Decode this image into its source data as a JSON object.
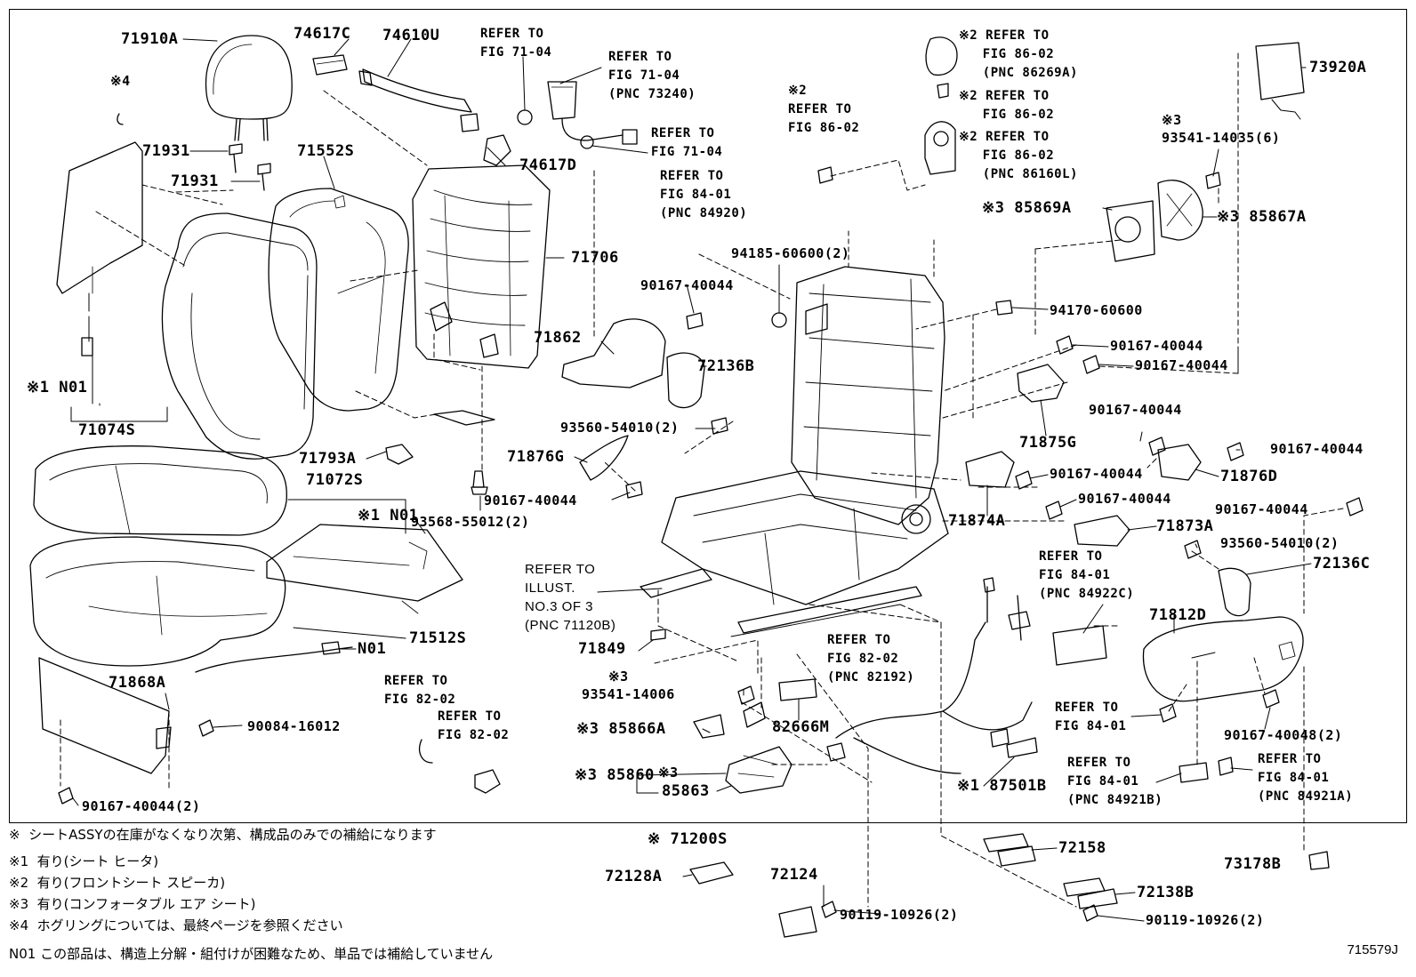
{
  "labels": {
    "p71910A": "71910A",
    "p74617C": "74617C",
    "p74610U": "74610U",
    "m4a": "※4",
    "p71931a": "71931",
    "p71931b": "71931",
    "p71552S": "71552S",
    "p71706": "71706",
    "p74617D": "74617D",
    "n01a": "※1 N01",
    "p71074S": "71074S",
    "p71793A": "71793A",
    "p71072S": "71072S",
    "n01b": "※1 N01",
    "p93568": "93568-55012(2)",
    "p71512S": "71512S",
    "n01c": "N01",
    "p71868A": "71868A",
    "p90084": "90084-16012",
    "p90167a": "90167-40044(2)",
    "p71862": "71862",
    "p90167b": "90167-40044",
    "p72136B": "72136B",
    "p93560a": "93560-54010(2)",
    "p71876G": "71876G",
    "p90167c": "90167-40044",
    "p94185": "94185-60600(2)",
    "p71849": "71849",
    "m3a": "※3",
    "p93541b": "93541-14006",
    "p85866A": "※3 85866A",
    "p85860": "※3 85860",
    "m3b": "※3",
    "p85863": "85863",
    "p82666M": "82666M",
    "p87501B": "※1 87501B",
    "p73920A": "73920A",
    "m3c": "※3",
    "p93541a": "93541-14035(6)",
    "p85869A": "※3 85869A",
    "p85867A": "※3 85867A",
    "p94170": "94170-60600",
    "p90167d": "90167-40044",
    "p90167e": "90167-40044",
    "p71875G": "71875G",
    "p90167f": "90167-40044",
    "p90167g": "90167-40044",
    "p71876D": "71876D",
    "p71874A": "71874A",
    "p90167h": "90167-40044",
    "p90167i": "90167-40044",
    "p71873A": "71873A",
    "p90167j": "90167-40044",
    "p93560b": "93560-54010(2)",
    "p72136C": "72136C",
    "p71812D": "71812D",
    "p90167k": "90167-40048(2)",
    "p71200S": "※ 71200S",
    "p72128A": "72128A",
    "p72124": "72124",
    "p90119a": "90119-10926(2)",
    "p72158": "72158",
    "p72138B": "72138B",
    "p90119b": "90119-10926(2)",
    "p73178B": "73178B"
  },
  "refs": {
    "r1": "REFER TO\nFIG 71-04",
    "r2": "REFER TO\nFIG 71-04\n(PNC 73240)",
    "r3": "REFER TO\nFIG 71-04",
    "r4": "REFER TO\nFIG 84-01\n(PNC 84920)",
    "r5": "※2\nREFER TO\nFIG 86-02",
    "r6": "※2 REFER TO\n   FIG 86-02\n   (PNC 86269A)",
    "r7": "※2 REFER TO\n   FIG 86-02",
    "r8": "※2 REFER TO\n   FIG 86-02\n   (PNC 86160L)",
    "r9": "REFER TO\nILLUST.\nNO.3 OF 3\n(PNC 71120B)",
    "r10": "REFER TO\nFIG 82-02",
    "r11": "REFER TO\nFIG 82-02",
    "r12": "REFER TO\nFIG 82-02\n(PNC 82192)",
    "r13": "REFER TO\nFIG 84-01\n(PNC 84922C)",
    "r14": "REFER TO\nFIG 84-01",
    "r15": "REFER TO\nFIG 84-01\n(PNC 84921B)",
    "r16": "REFER TO\nFIG 84-01\n(PNC 84921A)"
  },
  "notes": {
    "n0": "※  シートASSYの在庫がなくなり次第、構成品のみでの補給になります",
    "n1": "※1  有り(シート ヒータ)",
    "n2": "※2  有り(フロントシート スピーカ)",
    "n3": "※3  有り(コンフォータブル エア シート)",
    "n4": "※4  ホグリングについては、最終ページを参照ください",
    "n5": "N01 この部品は、構造上分解・組付けが困難なため、単品では補給していません"
  },
  "figure_code": "715579J"
}
